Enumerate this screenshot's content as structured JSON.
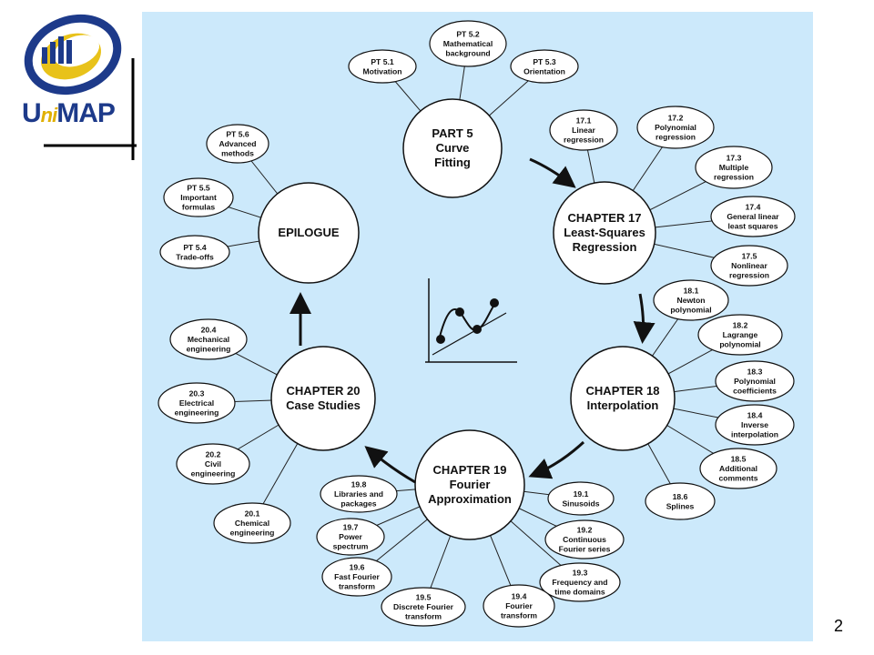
{
  "logo": {
    "text_u": "U",
    "text_ni": "ni",
    "text_map": "MAP"
  },
  "page_number": "2",
  "hubs": {
    "part5": [
      "PART 5",
      "Curve",
      "Fitting"
    ],
    "ch17": [
      "CHAPTER 17",
      "Least-Squares",
      "Regression"
    ],
    "ch18": [
      "CHAPTER 18",
      "Interpolation"
    ],
    "ch19": [
      "CHAPTER 19",
      "Fourier",
      "Approximation"
    ],
    "ch20": [
      "CHAPTER 20",
      "Case Studies"
    ],
    "epilogue": [
      "EPILOGUE"
    ]
  },
  "nodes": {
    "pt51": [
      "PT 5.1",
      "Motivation"
    ],
    "pt52": [
      "PT 5.2",
      "Mathematical",
      "background"
    ],
    "pt53": [
      "PT 5.3",
      "Orientation"
    ],
    "pt54": [
      "PT 5.4",
      "Trade-offs"
    ],
    "pt55": [
      "PT 5.5",
      "Important",
      "formulas"
    ],
    "pt56": [
      "PT 5.6",
      "Advanced",
      "methods"
    ],
    "s171": [
      "17.1",
      "Linear",
      "regression"
    ],
    "s172": [
      "17.2",
      "Polynomial",
      "regression"
    ],
    "s173": [
      "17.3",
      "Multiple",
      "regression"
    ],
    "s174": [
      "17.4",
      "General linear",
      "least squares"
    ],
    "s175": [
      "17.5",
      "Nonlinear",
      "regression"
    ],
    "s181": [
      "18.1",
      "Newton",
      "polynomial"
    ],
    "s182": [
      "18.2",
      "Lagrange",
      "polynomial"
    ],
    "s183": [
      "18.3",
      "Polynomial",
      "coefficients"
    ],
    "s184": [
      "18.4",
      "Inverse",
      "interpolation"
    ],
    "s185": [
      "18.5",
      "Additional",
      "comments"
    ],
    "s186": [
      "18.6",
      "Splines"
    ],
    "s191": [
      "19.1",
      "Sinusoids"
    ],
    "s192": [
      "19.2",
      "Continuous",
      "Fourier series"
    ],
    "s193": [
      "19.3",
      "Frequency and",
      "time domains"
    ],
    "s194": [
      "19.4",
      "Fourier",
      "transform"
    ],
    "s195": [
      "19.5",
      "Discrete Fourier",
      "transform"
    ],
    "s196": [
      "19.6",
      "Fast Fourier",
      "transform"
    ],
    "s197": [
      "19.7",
      "Power",
      "spectrum"
    ],
    "s198": [
      "19.8",
      "Libraries and",
      "packages"
    ],
    "s201": [
      "20.1",
      "Chemical",
      "engineering"
    ],
    "s202": [
      "20.2",
      "Civil",
      "engineering"
    ],
    "s203": [
      "20.3",
      "Electrical",
      "engineering"
    ],
    "s204": [
      "20.4",
      "Mechanical",
      "engineering"
    ]
  }
}
